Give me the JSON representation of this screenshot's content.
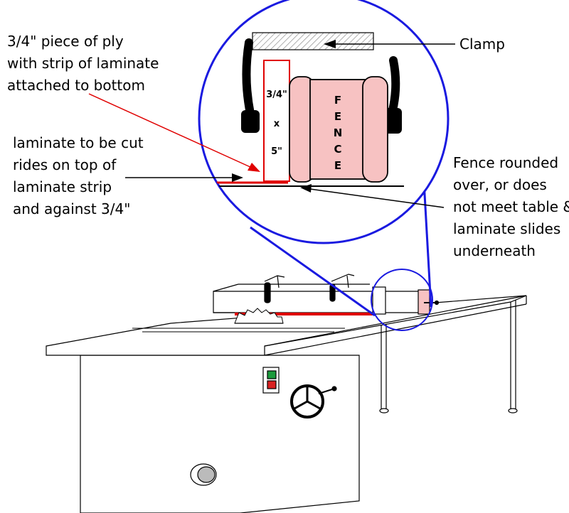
{
  "labels": {
    "ply": "3/4\" piece of ply\nwith strip of laminate\nattached to bottom",
    "laminate": "laminate to be cut\nrides on top of\nlaminate strip\nand against 3/4\"",
    "clamp": "Clamp",
    "fence_note": "Fence rounded\nover, or does\nnot meet table &\nlaminate slides\nunderneath"
  },
  "board": {
    "line1": "3/4\"",
    "line2": "x",
    "line3": "5\""
  },
  "fence": {
    "letters": [
      "F",
      "E",
      "N",
      "C",
      "E"
    ]
  },
  "colors": {
    "outline": "#000000",
    "laminate": "#e00000",
    "fence_fill": "#f7c2c2",
    "magnifier": "#1a1ae0",
    "start_button": "#1c9a3c",
    "stop_button": "#d82020",
    "hatch": "#888888"
  }
}
